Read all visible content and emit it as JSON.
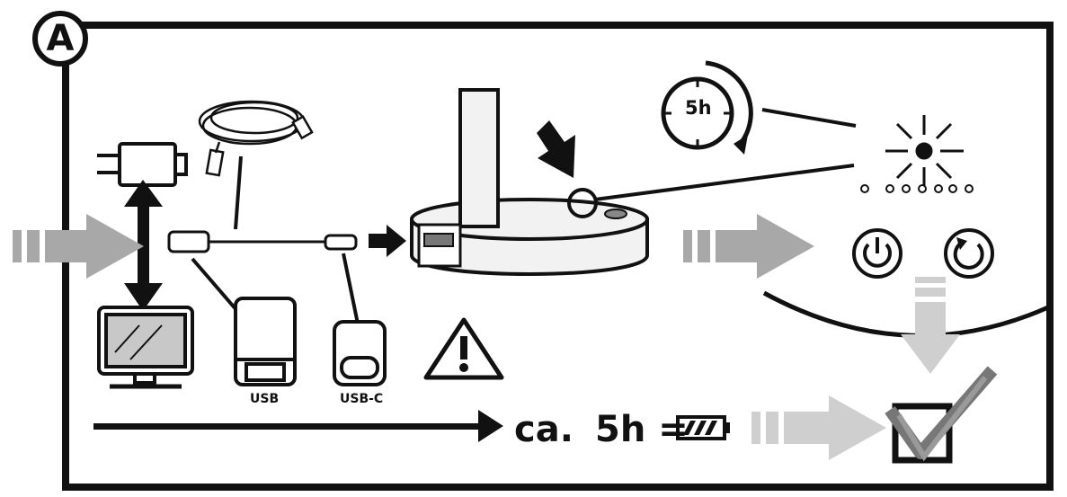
{
  "panel_label": "A",
  "connectors": {
    "usb_label": "USB",
    "usbc_label": "USB-C"
  },
  "charge": {
    "ca_label": "ca.",
    "time_label": "5h ="
  },
  "timer": {
    "label": "5h"
  },
  "colors": {
    "line": "#111111",
    "arrow_gray": "#a8a8a8",
    "arrow_light": "#cfcfcf",
    "check_gray": "#8a8a8a",
    "lamp_fill": "#f2f2f2",
    "screen_fill": "#c8c8c8"
  },
  "icons": {
    "warning": "warning-triangle-icon",
    "power": "power-icon",
    "refresh": "refresh-icon",
    "battery": "battery-icon",
    "checkbox": "checkbox-check-icon"
  }
}
